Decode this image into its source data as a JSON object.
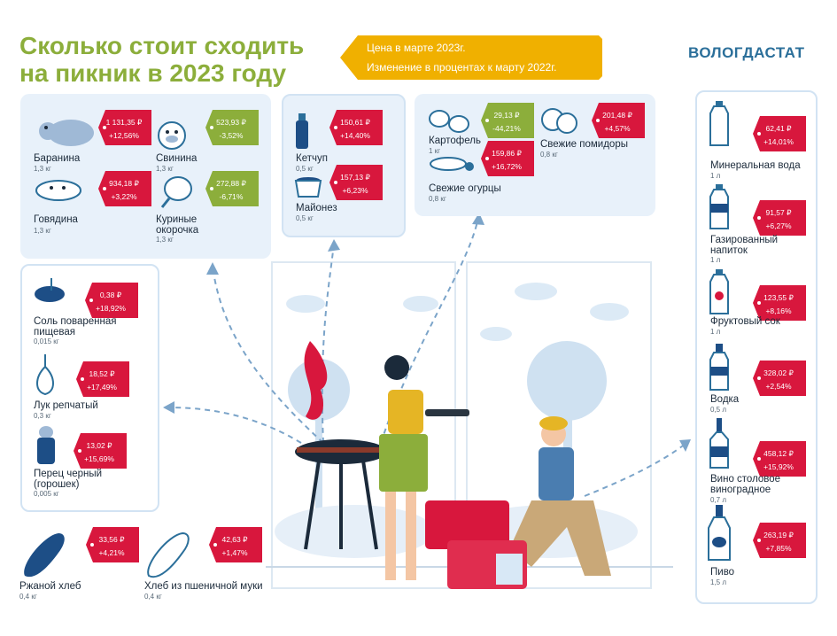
{
  "header": {
    "title_line1": "Сколько стоит сходить",
    "title_line2": "на пикник в 2023 году",
    "legend_price": "Цена в марте 2023г.",
    "legend_change": "Изменение в процентах к марту 2022г.",
    "brand": "ВОЛОГДАСТАТ"
  },
  "colors": {
    "red_tag": "#d8173d",
    "green_tag": "#8cae3b",
    "banner": "#f0b000",
    "panel": "#e8f1fa",
    "title": "#8cae3b",
    "brand": "#2b6f9a"
  },
  "meat": [
    {
      "name": "Баранина",
      "qty": "1,3 кг",
      "price": "1 131,35 ₽",
      "change": "+12,56%",
      "color": "red",
      "icon": "lamb-icon"
    },
    {
      "name": "Свинина",
      "qty": "1,3 кг",
      "price": "523,93 ₽",
      "change": "-3,52%",
      "color": "green",
      "icon": "pig-icon"
    },
    {
      "name": "Говядина",
      "qty": "1,3 кг",
      "price": "934,18 ₽",
      "change": "+3,22%",
      "color": "red",
      "icon": "cow-icon"
    },
    {
      "name": "Куриные окорочка",
      "name_line1": "Куриные",
      "name_line2": "окорочка",
      "qty": "1,3 кг",
      "price": "272,88 ₽",
      "change": "-6,71%",
      "color": "green",
      "icon": "chicken-leg-icon"
    }
  ],
  "sauces": [
    {
      "name": "Кетчуп",
      "qty": "0,5 кг",
      "price": "150,61 ₽",
      "change": "+14,40%",
      "icon": "ketchup-icon"
    },
    {
      "name": "Майонез",
      "qty": "0,5 кг",
      "price": "157,13 ₽",
      "change": "+6,23%",
      "icon": "mayonnaise-icon"
    }
  ],
  "vegetables": [
    {
      "name": "Картофель",
      "qty": "1 кг",
      "price": "29,13 ₽",
      "change": "-44,21%",
      "color": "green",
      "icon": "potato-icon"
    },
    {
      "name": "Свежие помидоры",
      "qty": "0,8 кг",
      "price": "201,48 ₽",
      "change": "+4,57%",
      "color": "red",
      "icon": "tomato-icon"
    },
    {
      "name": "Свежие огурцы",
      "qty": "0,8 кг",
      "price": "159,86 ₽",
      "change": "+16,72%",
      "color": "red",
      "icon": "cucumber-icon"
    }
  ],
  "spices": [
    {
      "name_line1": "Соль поваренная",
      "name_line2": "пищевая",
      "qty": "0,015 кг",
      "price": "0,38 ₽",
      "change": "+18,92%",
      "icon": "salt-icon"
    },
    {
      "name_line1": "Лук репчатый",
      "name_line2": "",
      "qty": "0,3 кг",
      "price": "18,52 ₽",
      "change": "+17,49%",
      "icon": "onion-icon"
    },
    {
      "name_line1": "Перец черный",
      "name_line2": "(горошек)",
      "qty": "0,005 кг",
      "price": "13,02 ₽",
      "change": "+15,69%",
      "icon": "pepper-icon"
    }
  ],
  "bread": [
    {
      "name": "Ржаной хлеб",
      "qty": "0,4 кг",
      "price": "33,56 ₽",
      "change": "+4,21%",
      "icon": "rye-bread-icon"
    },
    {
      "name": "Хлеб из пшеничной муки",
      "qty": "0,4 кг",
      "price": "42,63 ₽",
      "change": "+1,47%",
      "icon": "wheat-bread-icon"
    }
  ],
  "drinks": [
    {
      "name_line1": "Минеральная вода",
      "name_line2": "",
      "qty": "1 л",
      "price": "62,41 ₽",
      "change": "+14,01%",
      "icon": "water-bottle-icon"
    },
    {
      "name_line1": "Газированный",
      "name_line2": "напиток",
      "qty": "1 л",
      "price": "91,57 ₽",
      "change": "+6,27%",
      "icon": "soda-bottle-icon"
    },
    {
      "name_line1": "Фруктовый сок",
      "name_line2": "",
      "qty": "1 л",
      "price": "123,55 ₽",
      "change": "+8,16%",
      "icon": "juice-bottle-icon"
    },
    {
      "name_line1": "Водка",
      "name_line2": "",
      "qty": "0,5 л",
      "price": "328,02 ₽",
      "change": "+2,54%",
      "icon": "vodka-bottle-icon"
    },
    {
      "name_line1": "Вино столовое",
      "name_line2": "виноградное",
      "qty": "0,7 л",
      "price": "458,12 ₽",
      "change": "+15,92%",
      "icon": "wine-bottle-icon"
    },
    {
      "name_line1": "Пиво",
      "name_line2": "",
      "qty": "1,5 л",
      "price": "263,19 ₽",
      "change": "+7,85%",
      "icon": "beer-bottle-icon"
    }
  ]
}
